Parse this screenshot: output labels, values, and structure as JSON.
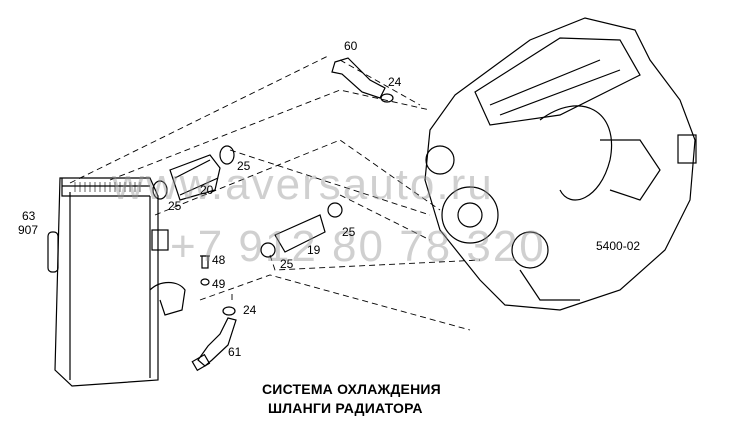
{
  "diagram": {
    "part_labels": {
      "hose_60": "60",
      "clamp_24_top": "24",
      "clamp_25_a": "25",
      "hose_20": "20",
      "clamp_25_b": "25",
      "radiator_63": "63",
      "radiator_907": "907",
      "clamp_25_c": "25",
      "hose_19": "19",
      "clamp_25_d": "25",
      "bolt_48": "48",
      "washer_49": "49",
      "clamp_24_bottom": "24",
      "hose_61": "61"
    },
    "drawing_code": "5400-02",
    "caption": {
      "line1": "СИСТЕМА ОХЛАЖДЕНИЯ",
      "line2": "ШЛАНГИ РАДИАТОРА"
    },
    "watermark": {
      "site": "www.aversauto.ru",
      "phone": "+7 912 80 78 320"
    },
    "colors": {
      "line": "#000000",
      "watermark": "#969696"
    }
  }
}
